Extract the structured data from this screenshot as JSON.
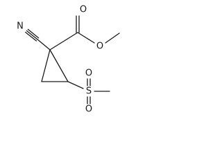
{
  "molecule": {
    "atoms": {
      "nitrogen": "N",
      "carbonyl_oxygen": "O",
      "ester_oxygen": "O",
      "sulfur": "S",
      "sulfonyl_oxygen_top": "O",
      "sulfonyl_oxygen_bottom": "O"
    }
  }
}
